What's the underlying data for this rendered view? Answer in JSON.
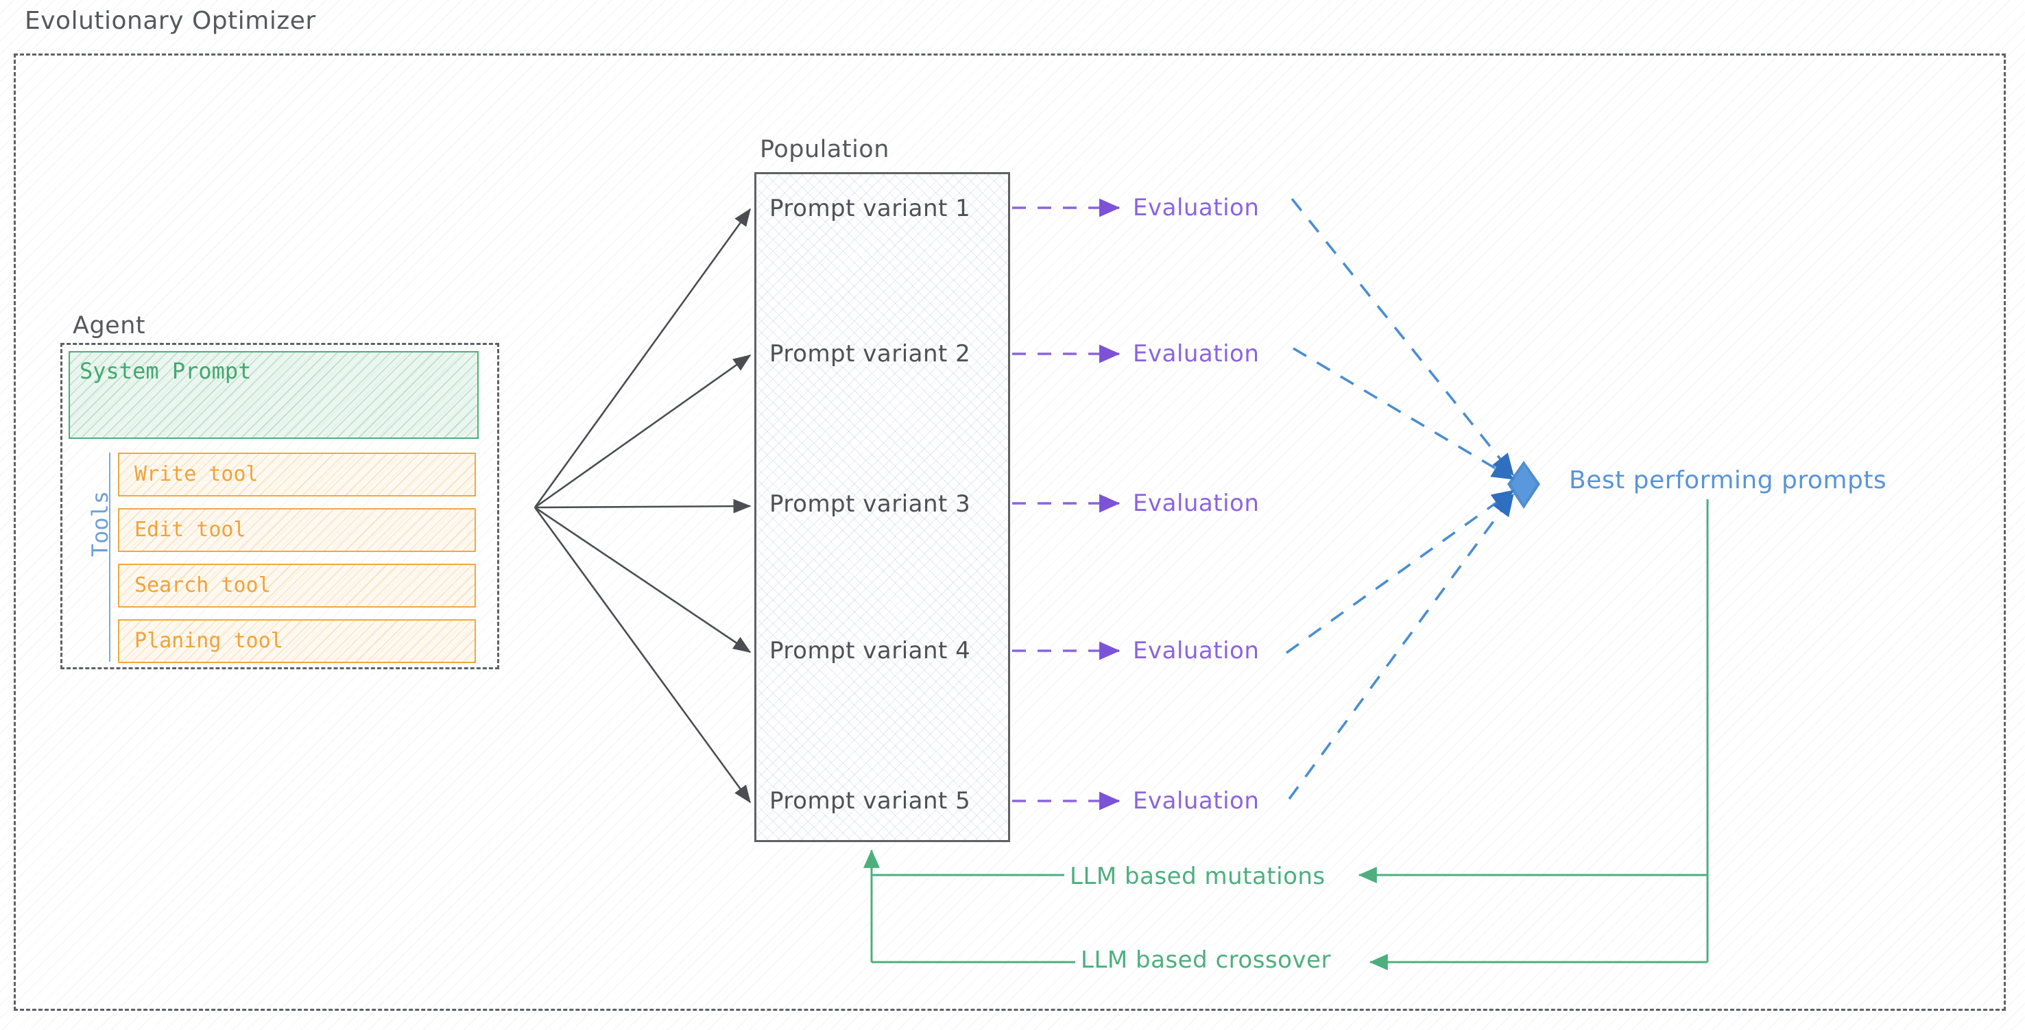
{
  "diagram": {
    "title": "Evolutionary Optimizer",
    "type": "flow-diagram"
  },
  "agent": {
    "title": "Agent",
    "system_prompt_label": "System Prompt",
    "tools_group_label": "Tools",
    "tools": [
      {
        "label": "Write tool"
      },
      {
        "label": "Edit tool"
      },
      {
        "label": "Search tool"
      },
      {
        "label": "Planing tool"
      }
    ]
  },
  "population": {
    "title": "Population",
    "variants": [
      {
        "label": "Prompt variant 1"
      },
      {
        "label": "Prompt variant 2"
      },
      {
        "label": "Prompt variant 3"
      },
      {
        "label": "Prompt variant 4"
      },
      {
        "label": "Prompt variant 5"
      }
    ]
  },
  "evaluations": [
    {
      "label": "Evaluation"
    },
    {
      "label": "Evaluation"
    },
    {
      "label": "Evaluation"
    },
    {
      "label": "Evaluation"
    },
    {
      "label": "Evaluation"
    }
  ],
  "result": {
    "label": "Best performing prompts"
  },
  "feedback_loops": [
    {
      "label": "LLM based mutations"
    },
    {
      "label": "LLM based crossover"
    }
  ],
  "colors": {
    "outline_gray": "#5e6164",
    "text_gray": "#4d5054",
    "system_prompt_green": "#44a76f",
    "tool_orange": "#f0a33a",
    "tools_blue": "#6f9fd8",
    "evaluation_purple": "#8b63e0",
    "result_blue": "#5795d8",
    "loop_green": "#4caf7d"
  }
}
